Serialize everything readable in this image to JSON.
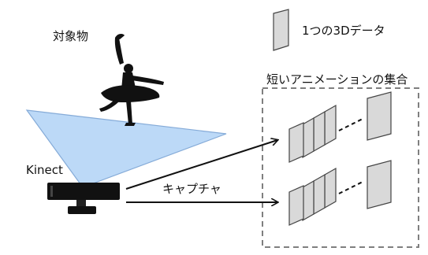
{
  "labels": {
    "target_object": "対象物",
    "single_3d_data": "1つの3Dデータ",
    "animation_set": "短いアニメーションの集合",
    "kinect": "Kinect",
    "capture": "キャプチャ"
  },
  "colors": {
    "capture_field": "#b9d7f7",
    "capture_field_edge": "#7fa7d6",
    "frame_fill": "#d9d9d9",
    "frame_stroke": "#444444",
    "dashed_box": "#7f7f7f",
    "silhouette": "#111111"
  },
  "icons": {
    "dancer": "ballerina-silhouette-icon",
    "sensor": "kinect-sensor-icon"
  }
}
